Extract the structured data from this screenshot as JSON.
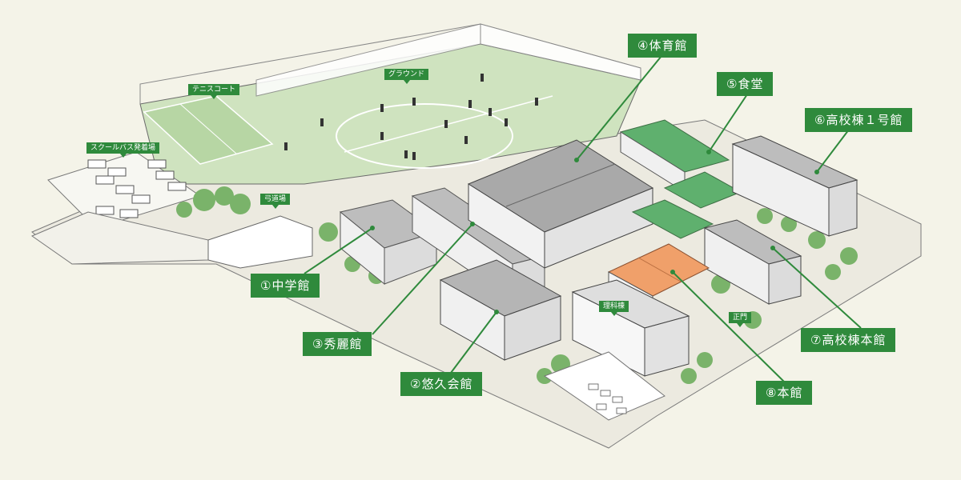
{
  "buildings": [
    {
      "id": "b1",
      "label": "①中学館"
    },
    {
      "id": "b2",
      "label": "②悠久会館"
    },
    {
      "id": "b3",
      "label": "③秀麗館"
    },
    {
      "id": "b4",
      "label": "④体育館"
    },
    {
      "id": "b5",
      "label": "⑤食堂"
    },
    {
      "id": "b6",
      "label": "⑥高校棟１号館"
    },
    {
      "id": "b7",
      "label": "⑦高校棟本館"
    },
    {
      "id": "b8",
      "label": "⑧本館"
    }
  ],
  "places": {
    "ground": "グラウンド",
    "tennis": "テニスコート",
    "bus": "スクールバス発着場",
    "kyudo": "弓道場",
    "science": "理科棟",
    "gate": "正門"
  },
  "colors": {
    "label_bg": "#2f8a3c",
    "field": "#cfe3bf",
    "green_roof": "#5fb06e",
    "honkan_roof": "#f0a06a",
    "background": "#f4f3e8"
  }
}
